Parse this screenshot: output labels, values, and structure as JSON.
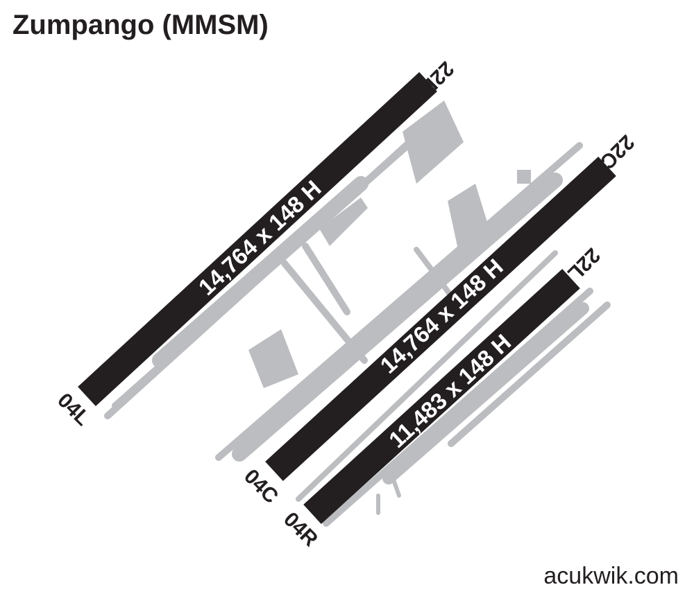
{
  "title": "Zumpango (MMSM)",
  "credit": "acukwik.com",
  "colors": {
    "runway": "#231f20",
    "taxiway": "#bcbdc0",
    "text": "#231f20"
  },
  "runways": [
    {
      "id": "04L/22R",
      "dimensions": "14,764 x 148 H",
      "end_a": "04L",
      "end_b": "22R"
    },
    {
      "id": "04C/22C",
      "dimensions": "14,764 x 148 H",
      "end_a": "04C",
      "end_b": "22C"
    },
    {
      "id": "04R/22L",
      "dimensions": "11,483 x 148 H",
      "end_a": "04R",
      "end_b": "22L"
    }
  ]
}
